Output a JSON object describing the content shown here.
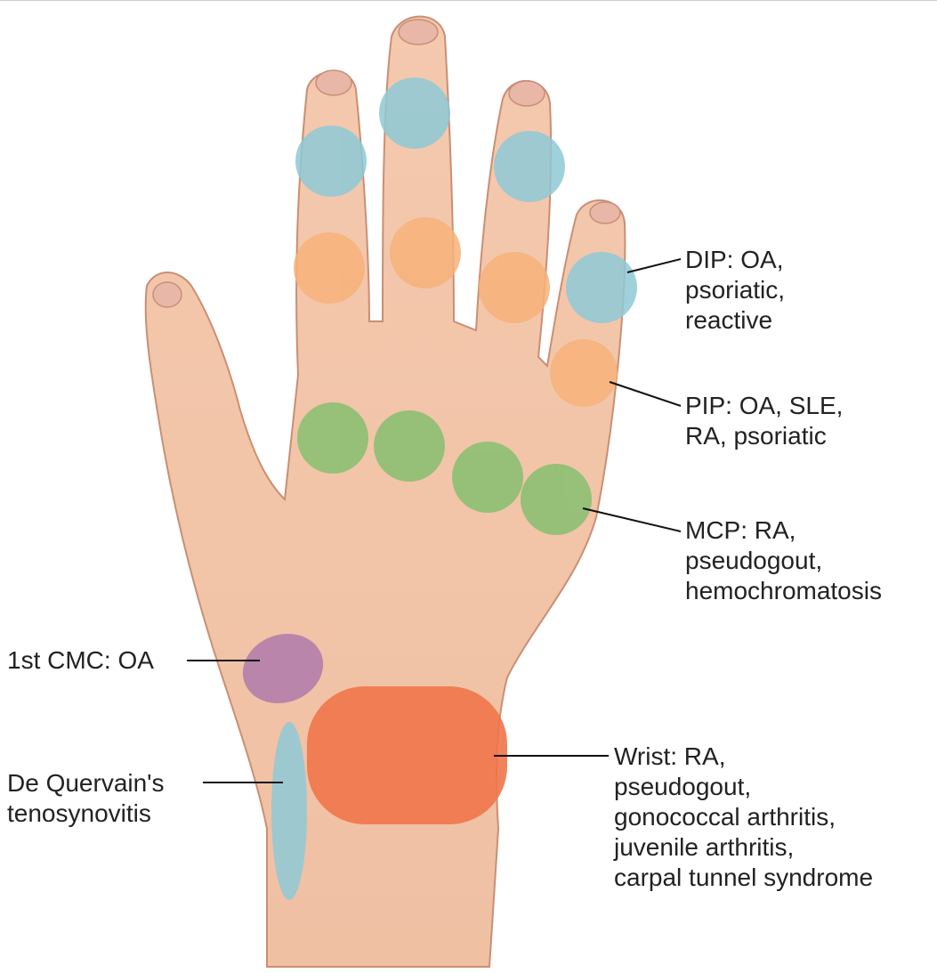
{
  "labels": {
    "dip": [
      "DIP: OA,",
      "psoriatic,",
      "reactive"
    ],
    "pip": [
      "PIP: OA, SLE,",
      "RA, psoriatic"
    ],
    "mcp": [
      "MCP: RA,",
      "pseudogout,",
      "hemochromatosis"
    ],
    "cmc": [
      "1st CMC: OA"
    ],
    "dequervain": [
      "De Quervain's",
      "tenosynovitis"
    ],
    "wrist": [
      "Wrist: RA,",
      "pseudogout,",
      "gonococcal arthritis,",
      "juvenile arthritis,",
      "carpal tunnel syndrome"
    ]
  },
  "colors": {
    "skin": "#f2c2a6",
    "dip": "#8ec9d6",
    "pip": "#f7b27a",
    "mcp": "#8dbf73",
    "cmc": "#b07aaa",
    "wrist": "#f0764a",
    "dequervain": "#8ec9d6"
  }
}
